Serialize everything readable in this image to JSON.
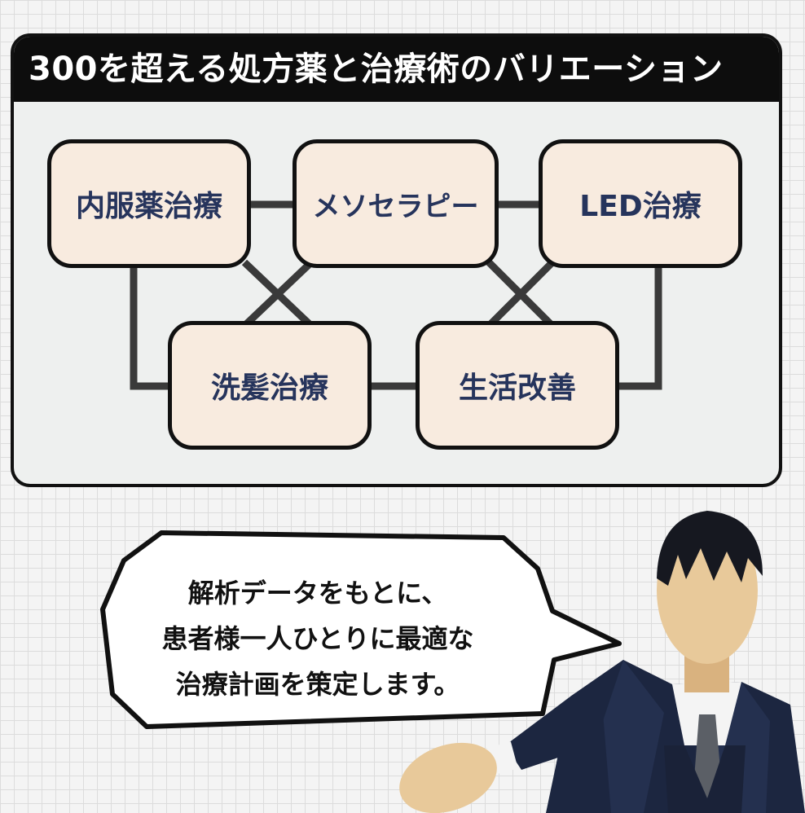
{
  "panel": {
    "title": "300を超える処方薬と治療術のバリエーション"
  },
  "treatments": [
    {
      "label": "内服薬治療"
    },
    {
      "label": "メソセラピー"
    },
    {
      "label": "LED治療"
    },
    {
      "label": "洗髪治療"
    },
    {
      "label": "生活改善"
    }
  ],
  "speech": {
    "lines": [
      "解析データをもとに、",
      "患者様一人ひとりに最適な",
      "治療計画を策定します。"
    ]
  },
  "colors": {
    "header_background": "#0d0d0d",
    "panel_background": "#eef0ef",
    "box_fill": "#f8ebdf",
    "box_text": "#26345c",
    "connector": "#3a3a3a",
    "suit": "#1c2640",
    "wood": "#e8c99a",
    "hair": "#161820"
  }
}
